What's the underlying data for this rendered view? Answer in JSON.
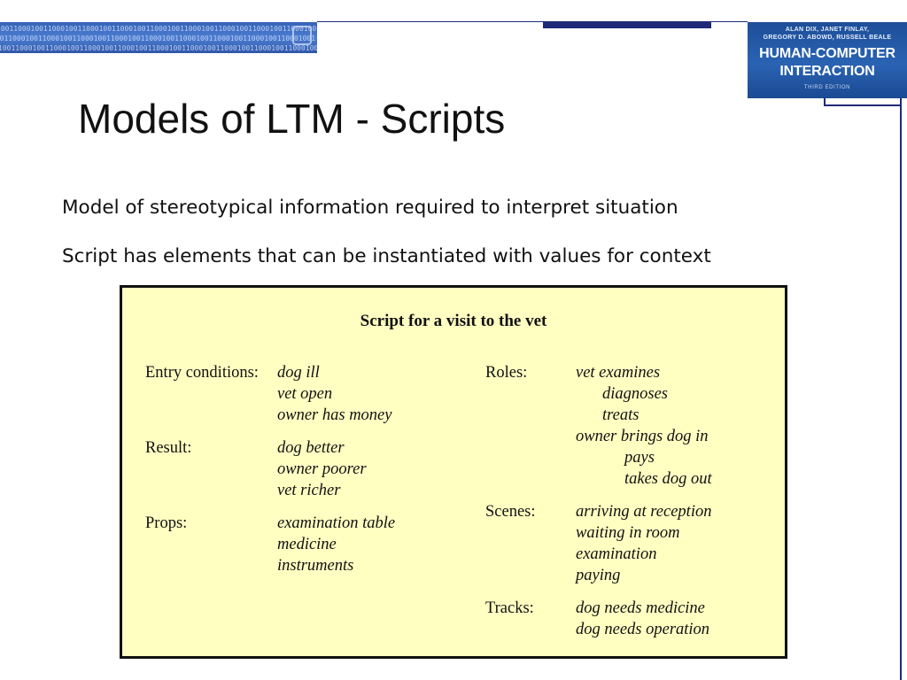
{
  "slide": {
    "title": "Models of LTM - Scripts",
    "bullets": [
      "Model of stereotypical information required to interpret situation",
      "Script has elements that can be instantiated with values for context"
    ]
  },
  "header": {
    "binary_text": "1001100010011000100110001001100010011000100110001001100010011000100110001001",
    "book": {
      "authors_line1": "ALAN DIX, JANET FINLAY,",
      "authors_line2": "GREGORY D. ABOWD, RUSSELL BEALE",
      "title_line1": "HUMAN-COMPUTER",
      "title_line2": "INTERACTION",
      "edition": "THIRD EDITION"
    }
  },
  "script": {
    "title": "Script for a visit to the vet",
    "entry_conditions": {
      "label": "Entry conditions:",
      "values": [
        "dog ill",
        "vet open",
        "owner has money"
      ]
    },
    "result": {
      "label": "Result:",
      "values": [
        "dog better",
        "owner poorer",
        "vet richer"
      ]
    },
    "props": {
      "label": "Props:",
      "values": [
        "examination table",
        "medicine",
        "instruments"
      ]
    },
    "roles": {
      "label": "Roles:",
      "values": [
        "vet examines",
        "diagnoses",
        "treats",
        "owner brings dog in",
        "pays",
        "takes dog out"
      ]
    },
    "scenes": {
      "label": "Scenes:",
      "values": [
        "arriving at reception",
        "waiting in room",
        "examination",
        "paying"
      ]
    },
    "tracks": {
      "label": "Tracks:",
      "values": [
        "dog needs medicine",
        "dog needs operation"
      ]
    }
  },
  "colors": {
    "accent": "#1e2a78",
    "box_fill": "#ffffc2",
    "book_blue": "#2a63b3"
  }
}
